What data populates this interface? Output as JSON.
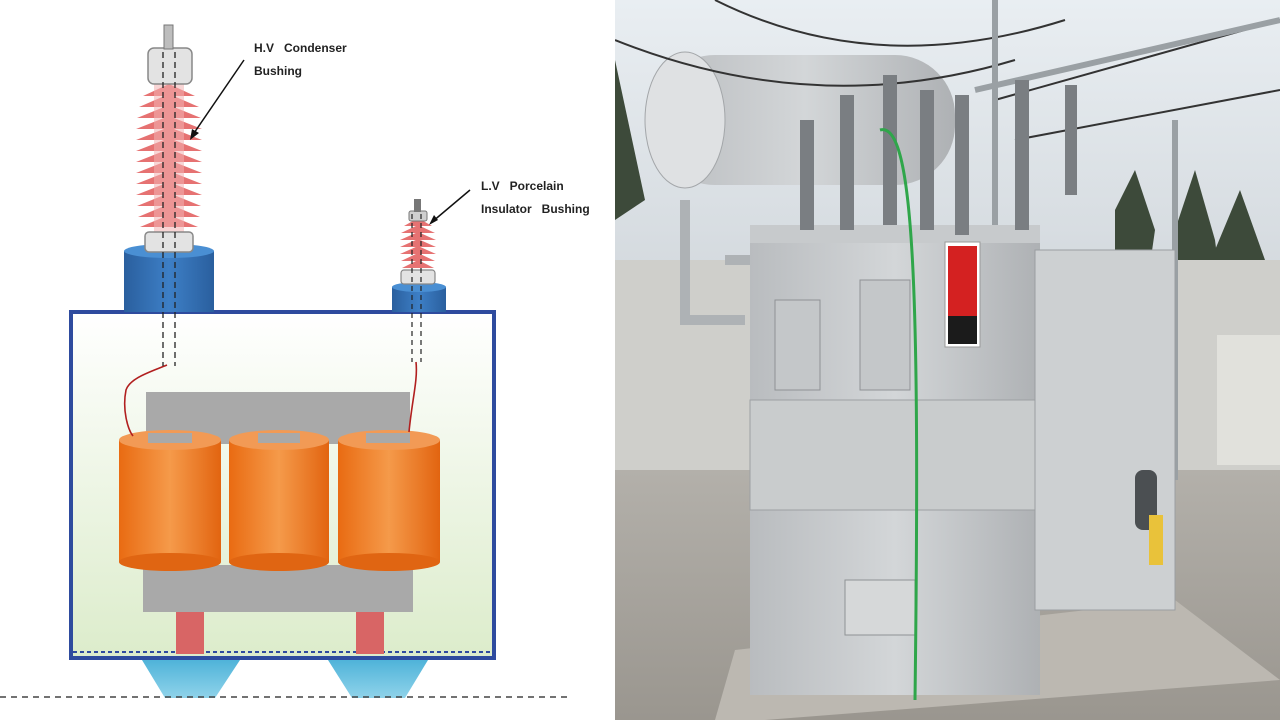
{
  "diagram": {
    "hv_label_line1": "H.V   Condenser",
    "hv_label_line2": "Bushing",
    "lv_label_line1": "L.V   Porcelain",
    "lv_label_line2": "Insulator   Bushing"
  },
  "photo": {
    "description_icon": "power-transformer-photo"
  },
  "colors": {
    "tank_border": "#2e4b9e",
    "bushing_base": "#2f6db3",
    "bushing_fins": "#e25a5a",
    "winding": "#f07d26",
    "core": "#a9a9a9",
    "oil_fill": "#eaf4df"
  }
}
